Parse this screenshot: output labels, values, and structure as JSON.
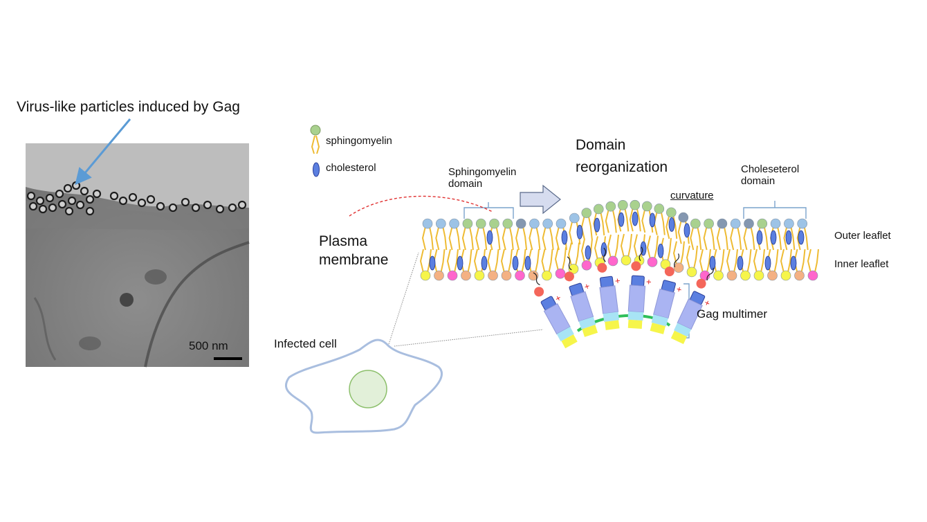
{
  "em_panel": {
    "title": "Virus-like particles induced by Gag",
    "scale_bar": "500 nm"
  },
  "legend": {
    "items": [
      {
        "label": "sphingomyelin",
        "icon": "sphingomyelin-lipid-icon",
        "color": "#a9d18e"
      },
      {
        "label": "cholesterol",
        "icon": "cholesterol-icon",
        "color": "#5b7fe0"
      }
    ]
  },
  "labels": {
    "sphingomyelin_domain": [
      "Sphingomyelin",
      "domain"
    ],
    "domain_reorganization": [
      "Domain",
      "reorganization"
    ],
    "curvature": "curvature",
    "cholesterol_domain": [
      "Choleseterol",
      "domain"
    ],
    "plasma_membrane": [
      "Plasma",
      "membrane"
    ],
    "outer_leaflet": "Outer leaflet",
    "inner_leaflet": "Inner leaflet",
    "gag_multimer": "Gag multimer",
    "infected_cell": "Infected cell"
  },
  "colors": {
    "lipid_blue": "#9dc3e6",
    "sphingomyelin": "#a9d18e",
    "lipid_dark": "#8497b0",
    "inner_yellow": "#f6f54a",
    "inner_orange": "#f4b183",
    "inner_pink": "#ff66cc",
    "tail": "#eebb33",
    "cholesterol": "#5b7fe0",
    "gag_ma": "#5b7fe0",
    "gag_ca": "#aab4f2",
    "gag_nc": "#a8e4f5",
    "gag_p6": "#f6f54a",
    "rna": "#2fbf5a",
    "pip2": "#f4665a"
  }
}
